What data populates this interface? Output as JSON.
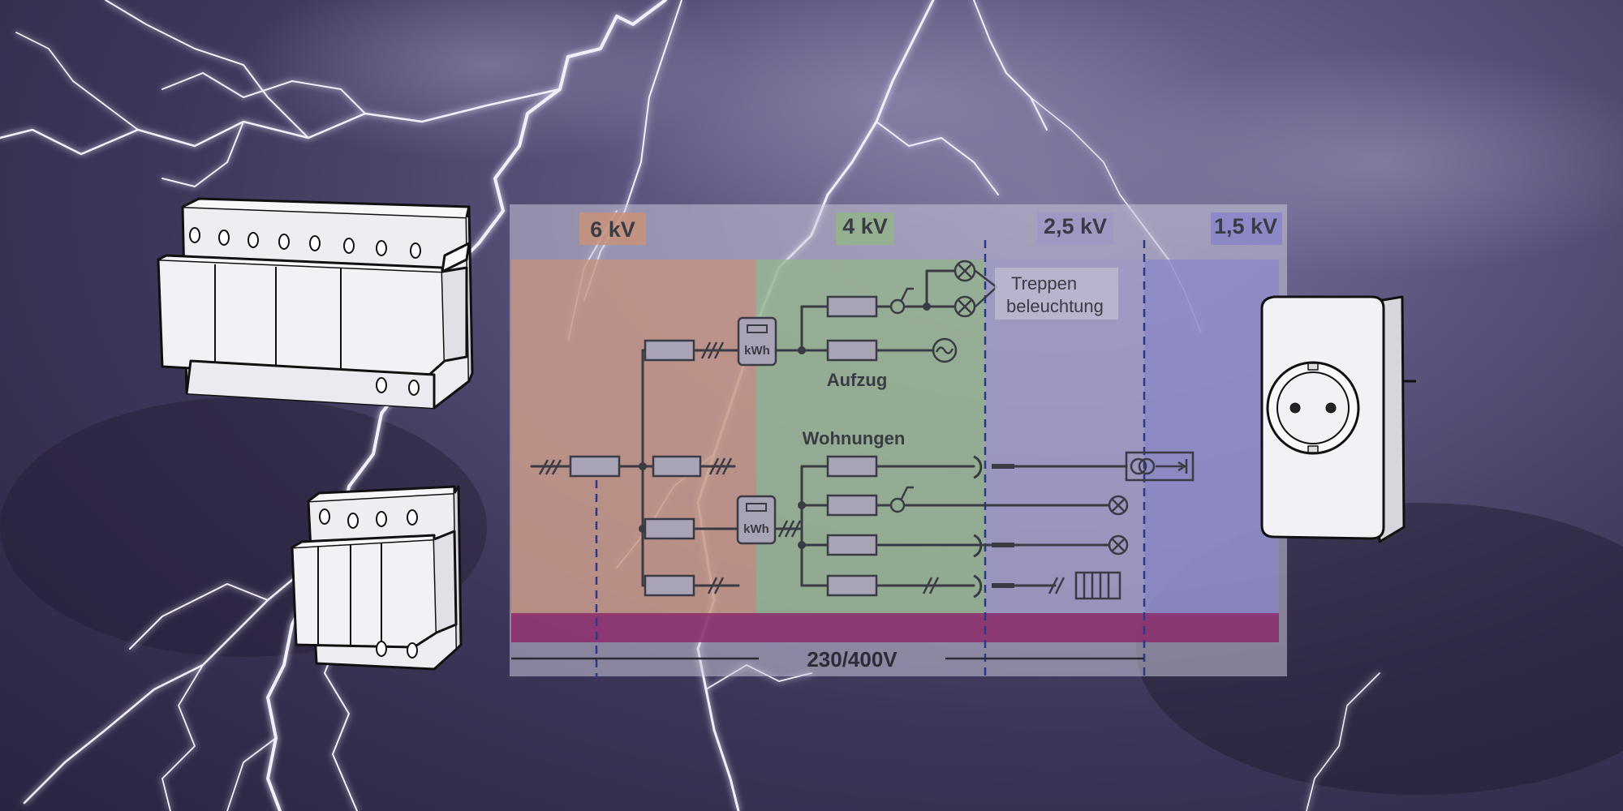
{
  "zones": [
    {
      "label": "6 kV",
      "color": "#c8927a"
    },
    {
      "label": "4 kV",
      "color": "#93b48a"
    },
    {
      "label": "2,5 kV",
      "color": "#9c98c4"
    },
    {
      "label": "1,5 kV",
      "color": "#8a86c8"
    }
  ],
  "labels": {
    "treppen_line1": "Treppen",
    "treppen_line2": "beleuchtung",
    "aufzug": "Aufzug",
    "wohnungen": "Wohnungen",
    "meter1": "kWh",
    "meter2": "kWh",
    "voltage": "230/400V"
  },
  "colors": {
    "busbar": "#8c2a6a",
    "lines": "#3b3b46",
    "dashes": "#2a3a8a"
  },
  "icons": [
    "lightning-icon",
    "surge-arrester-4pole",
    "surge-arrester-2pole",
    "socket-adapter-icon"
  ]
}
